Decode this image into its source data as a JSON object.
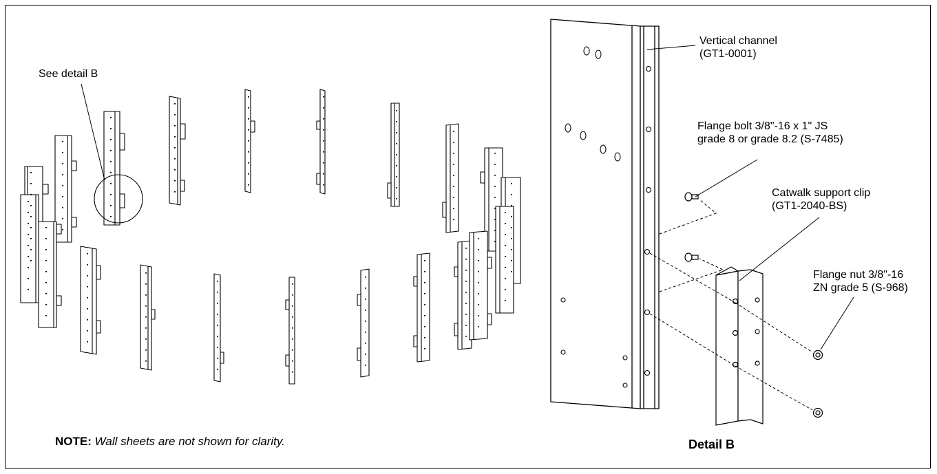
{
  "labels": {
    "see_detail": "See detail B",
    "vertical_channel": [
      "Vertical channel",
      "(GT1-0001)"
    ],
    "flange_bolt": [
      "Flange bolt 3/8\"-16 x 1\" JS",
      "grade 8 or grade 8.2 (S-7485)"
    ],
    "catwalk_clip": [
      "Catwalk support clip",
      "(GT1-2040-BS)"
    ],
    "flange_nut": [
      "Flange nut 3/8\"-16",
      "ZN grade 5 (S-968)"
    ]
  },
  "note": {
    "prefix": "NOTE:",
    "text": "Wall sheets are not shown for clarity."
  },
  "detail_title": "Detail B",
  "colors": {
    "line": "#000000",
    "background": "#ffffff",
    "panel_fill": "#ffffff"
  }
}
